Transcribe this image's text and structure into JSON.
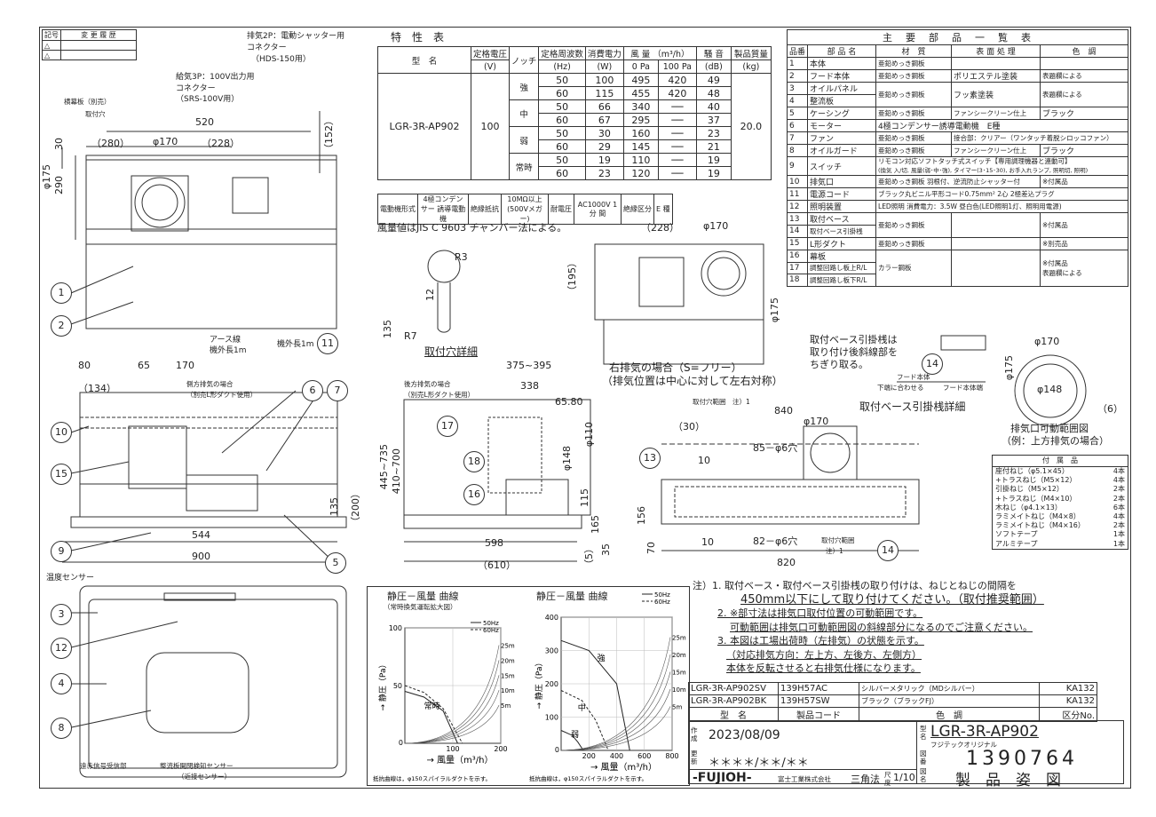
{
  "revision": {
    "col1": "記号",
    "col2": "変 更 履 歴",
    "mark1": "△",
    "mark2": "△"
  },
  "connectors": {
    "c2p_title": "排気2P：電動シャッター用",
    "c2p_name": "コネクター",
    "c2p_model": "（HDS-150用）",
    "c3p_title": "給気3P：100V出力用",
    "c3p_name": "コネクター",
    "c3p_model": "（SRS-100V用）",
    "mount_board": "横幕板（別売）",
    "mount_hole": "取付穴"
  },
  "spec": {
    "title": "特　性　表",
    "headers": [
      "型　名",
      "定格電圧",
      "ノッチ",
      "定格周波数",
      "消費電力",
      "風 量 （m³/h）",
      "騒 音",
      "製品質量"
    ],
    "units": [
      "(V)",
      "(Hz)",
      "(W)",
      "0 Pa",
      "100 Pa",
      "(dB)",
      "(kg)"
    ],
    "model": "LGR-3R-AP902",
    "voltage": "100",
    "mass": "20.0",
    "notches": [
      "強",
      "中",
      "弱",
      "常時"
    ],
    "rows": [
      [
        "50",
        "100",
        "495",
        "420",
        "49"
      ],
      [
        "60",
        "115",
        "455",
        "420",
        "48"
      ],
      [
        "50",
        "66",
        "340",
        "──",
        "40"
      ],
      [
        "60",
        "67",
        "295",
        "──",
        "37"
      ],
      [
        "50",
        "30",
        "160",
        "──",
        "23"
      ],
      [
        "60",
        "29",
        "145",
        "──",
        "21"
      ],
      [
        "50",
        "19",
        "110",
        "──",
        "19"
      ],
      [
        "60",
        "23",
        "120",
        "──",
        "19"
      ]
    ]
  },
  "motor": {
    "cells": [
      "電動機形式",
      "4極コンデンサー 誘導電動機",
      "絶縁抵抗",
      "10MΩ以上 (500Vメガー)",
      "耐電圧",
      "AC1000V 1 分 間",
      "絶縁区分",
      "E 種"
    ],
    "note": "風量値はJIS C 9603 チャンバー法による。"
  },
  "parts": {
    "title": "主　要　部　品　一　覧　表",
    "headers": [
      "品番",
      "部 品 名",
      "材　質",
      "表 面 処 理",
      "色　調"
    ],
    "rows": [
      [
        "1",
        "本体",
        "亜鉛めっき鋼板",
        "",
        ""
      ],
      [
        "2",
        "フード本体",
        "亜鉛めっき鋼板",
        "ポリエステル塗装",
        "表題欄による"
      ],
      [
        "3",
        "オイルパネル",
        "亜鉛めっき鋼板",
        "フッ素塗装",
        "表題欄による"
      ],
      [
        "4",
        "整流板",
        "",
        "",
        ""
      ],
      [
        "5",
        "ケーシング",
        "亜鉛めっき鋼板",
        "ファンシークリーン仕上",
        "ブラック"
      ],
      [
        "6",
        "モーター",
        "4極コンデンサー誘導電動機　E種",
        "",
        ""
      ],
      [
        "7",
        "ファン",
        "亜鉛めっき鋼板",
        "接合部：クリアー（ワンタッチ着脱シロッコファン）",
        ""
      ],
      [
        "8",
        "オイルガード",
        "亜鉛めっき鋼板",
        "ファンシークリーン仕上",
        "ブラック"
      ],
      [
        "9",
        "スイッチ",
        "リモコン対応ソフトタッチ式スイッチ【専用調理機器と連動可】",
        "(換気 入/切, 風量(弱･中･強), タイマー(3･15･30), お手入れランプ, 照明切, 照明)",
        ""
      ],
      [
        "10",
        "排気口",
        "亜鉛めっき鋼板 羽根付、逆流防止シャッター付",
        "",
        "※付属品"
      ],
      [
        "11",
        "電源コード",
        "ブラック丸ビニル平形コード0.75mm² 2心 2極差込プラグ",
        "",
        ""
      ],
      [
        "12",
        "照明装置",
        "LED照明 消費電力：3.5W 昼白色(LED照明1灯、照明用電源)",
        "",
        ""
      ],
      [
        "13",
        "取付ベース",
        "亜鉛めっき鋼板",
        "",
        "※付属品"
      ],
      [
        "14",
        "取付ベース引掛桟",
        "",
        "",
        ""
      ],
      [
        "15",
        "L形ダクト",
        "亜鉛めっき鋼板",
        "",
        "※別売品"
      ],
      [
        "16",
        "幕板",
        "",
        "",
        ""
      ],
      [
        "17",
        "調整回路し板上R/L",
        "カラー鋼板",
        "",
        "※付属品"
      ],
      [
        "18",
        "調整回路し板下R/L",
        "",
        "",
        "表題欄による"
      ]
    ]
  },
  "drawing_labels": {
    "hole_detail": "取付穴詳細",
    "right_exhaust": "右排気の場合（S=フリー）",
    "right_exhaust_sub": "（排気位置は中心に対して左右対称）",
    "base_detail": "取付ベース引掛桟詳細",
    "base_note1": "取付ベース引掛桟は",
    "base_note2": "取り付け後斜線部を",
    "base_note3": "ちぎり取る。",
    "hood_body": "フード本体",
    "hood_align": "下端に合わせる",
    "hood_end": "フード本体端",
    "exhaust_range": "排気口可動範囲図",
    "exhaust_range_sub": "（例：上方排気の場合）",
    "side_exhaust": "側方排気の場合",
    "side_exhaust_sub": "（別売L形ダクト使用）",
    "rear_exhaust": "後方排気の場合",
    "rear_exhaust_sub": "（別売L形ダクト使用）",
    "earth": "アース線",
    "earth_len": "機外長1m",
    "cord_len": "機外長1m",
    "temp_sensor": "温度センサー",
    "remote_rx": "遠赤信号受信部",
    "proximity": "整流板開閉検知センサー",
    "proximity_sub": "（近接センサー）",
    "mount_range": "取付穴範囲　注）1",
    "mount_range2": "取付穴範囲",
    "mount_range3": "注）1",
    "hole_85": "85－φ6穴",
    "hole_82": "82－φ6穴"
  },
  "dims": {
    "d520": "520",
    "d280": "（280）",
    "d170": "φ170",
    "d228": "（228）",
    "d152": "（152）",
    "d30": "30",
    "d290": "290",
    "d175": "φ175",
    "d80": "80",
    "d65": "65",
    "d170b": "170",
    "d134": "（134）",
    "d544": "544",
    "d900": "900",
    "d200": "（200）",
    "d135": "135",
    "d375": "375~395",
    "d338": "338",
    "d6580": "65.80",
    "d445": "445~735",
    "d410": "410~700",
    "d110": "φ110",
    "d148": "φ148",
    "d598": "598",
    "d610": "（610）",
    "d115": "115",
    "d165": "165",
    "d5": "（5）",
    "d35": "35",
    "d156": "156",
    "d228b": "（228）",
    "d170c": "φ170",
    "d195": "（195）",
    "d175b": "φ175",
    "d840": "840",
    "d30b": "（30）",
    "d10": "10",
    "d10b": "10",
    "d70": "70",
    "d820": "820",
    "d170d": "φ170",
    "d12": "12",
    "d135b": "135",
    "r3": "R3",
    "r7": "R7",
    "d148b": "φ148",
    "d170e": "φ170",
    "d175c": "φ175",
    "d6": "（6）"
  },
  "callouts": [
    "1",
    "2",
    "3",
    "4",
    "5",
    "6",
    "7",
    "8",
    "9",
    "10",
    "11",
    "12",
    "13",
    "14",
    "15",
    "16",
    "17",
    "18"
  ],
  "accessories": {
    "title": "付　属　品",
    "items": [
      [
        "座付ねじ（φ5.1×45）",
        "4本"
      ],
      [
        "+トラスねじ（M5×12）",
        "4本"
      ],
      [
        "引掛ねじ（M5×12）",
        "2本"
      ],
      [
        "+トラスねじ（M4×10）",
        "2本"
      ],
      [
        "木ねじ（φ4.1×13）",
        "6本"
      ],
      [
        "ラミメイトねじ（M4×8）",
        "4本"
      ],
      [
        "ラミメイトねじ（M4×16）",
        "2本"
      ],
      [
        "ソフトテープ",
        "1本"
      ],
      [
        "アルミテープ",
        "1本"
      ]
    ]
  },
  "notes": [
    "注）1. 取付ベース・取付ベース引掛桟の取り付けは、ねじとねじの間隔を",
    "450mm以下にして取り付けてください。（取付推奨範囲）",
    "2. ※部寸法は排気口取付位置の可動範囲です。",
    "可動範囲は排気口可動範囲図の斜線部分になるのでご注意ください。",
    "3. 本図は工場出荷時（左排気）の状態を示す。",
    "（対応排気方向：左上方、左後方、左側方）",
    "本体を反転させると右排気仕様になります。"
  ],
  "chart_data": [
    {
      "type": "line",
      "title": "静圧－風量 曲線",
      "subtitle": "（常時換気運転拡大図）",
      "xlabel": "→ 風量（m³/h）",
      "ylabel": "→ 静圧（Pa）",
      "xlim": [
        0,
        200
      ],
      "ylim": [
        0,
        100
      ],
      "xticks": [
        "100",
        "200"
      ],
      "yticks": [
        "50",
        "100"
      ],
      "legend": [
        "50Hz",
        "60Hz"
      ],
      "curve_labels": [
        "25m",
        "20m",
        "15m",
        "10m",
        "5m"
      ],
      "annotation": "常時",
      "note": "抵抗曲線は，φ150スパイラルダクトを示す。",
      "series": [
        {
          "name": "50Hz",
          "x": [
            0,
            40,
            80,
            110
          ],
          "y": [
            45,
            40,
            28,
            0
          ]
        },
        {
          "name": "60Hz",
          "x": [
            0,
            40,
            80,
            120
          ],
          "y": [
            50,
            44,
            30,
            0
          ]
        }
      ]
    },
    {
      "type": "line",
      "title": "静圧－風量 曲線",
      "xlabel": "→ 風量（m³/h）",
      "ylabel": "→ 静圧（Pa）",
      "xlim": [
        0,
        800
      ],
      "ylim": [
        0,
        400
      ],
      "xticks": [
        "200",
        "400",
        "600",
        "800"
      ],
      "yticks": [
        "100",
        "200",
        "300",
        "400"
      ],
      "legend": [
        "50Hz",
        "60Hz"
      ],
      "curve_labels": [
        "25m",
        "20m",
        "15m",
        "10m",
        "5m"
      ],
      "annotations": [
        "強",
        "中",
        "弱"
      ],
      "note": "抵抗曲線は，φ150スパイラルダクトを示す。",
      "series": [
        {
          "name": "強 50Hz",
          "x": [
            0,
            200,
            400,
            495
          ],
          "y": [
            330,
            300,
            200,
            0
          ]
        },
        {
          "name": "中 50Hz",
          "x": [
            0,
            150,
            250,
            340
          ],
          "y": [
            180,
            150,
            90,
            0
          ]
        },
        {
          "name": "弱 50Hz",
          "x": [
            0,
            80,
            120,
            160
          ],
          "y": [
            60,
            45,
            25,
            0
          ]
        }
      ]
    }
  ],
  "title_block": {
    "models": [
      [
        "LGR-3R-AP902SV",
        "139H57AC",
        "シルバーメタリック（MDシルバー）",
        "KA132"
      ],
      [
        "LGR-3R-AP902BK",
        "139H57SW",
        "ブラック（ブラックFJ）",
        "KA132"
      ]
    ],
    "headers": [
      "型　名",
      "製品コード",
      "色　調",
      "区分No."
    ],
    "created_label": "作成",
    "created": "2023/08/09",
    "updated_label": "更新",
    "updated": "＊＊＊＊/＊＊/＊＊",
    "type_label": "型名",
    "model": "LGR-3R-AP902",
    "original": "フジテックオリジナル",
    "no_label": "図番",
    "drawing_no": "1390764",
    "logo": "-FUJIOH-",
    "company": "富士工業株式会社",
    "method": "三角法",
    "scale_label": "尺度",
    "scale": "1/10",
    "name_label": "図名",
    "drawing_name": "製　品　姿　図"
  }
}
